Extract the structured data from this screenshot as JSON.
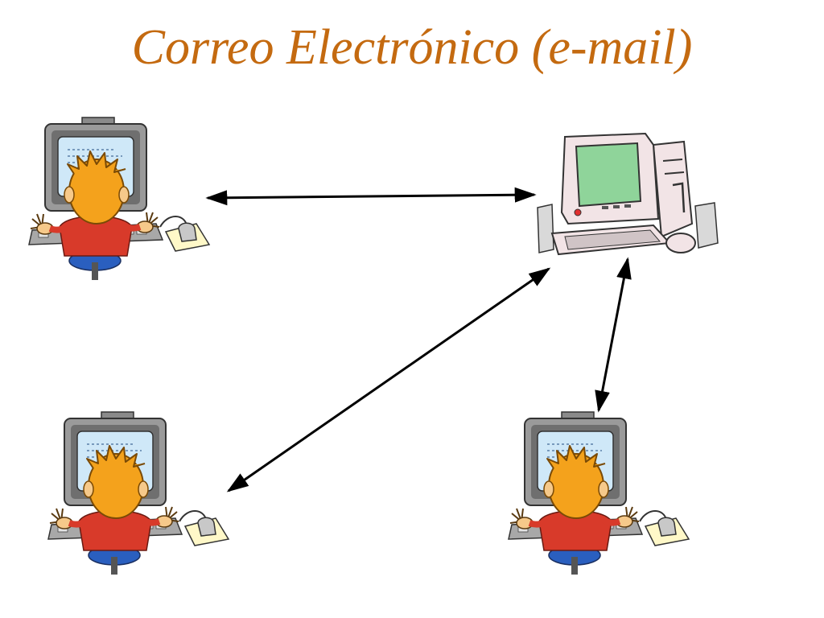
{
  "slide": {
    "title": "Correo Electrónico (e-mail)",
    "title_color": "#c46a10"
  },
  "diagram": {
    "type": "network",
    "nodes": [
      {
        "id": "user-top-left",
        "icon": "user-at-computer-icon"
      },
      {
        "id": "server",
        "icon": "desktop-computer-icon"
      },
      {
        "id": "user-bottom-left",
        "icon": "user-at-computer-icon"
      },
      {
        "id": "user-bottom-right",
        "icon": "user-at-computer-icon"
      }
    ],
    "edges": [
      {
        "from": "user-top-left",
        "to": "server",
        "direction": "both"
      },
      {
        "from": "user-bottom-left",
        "to": "server",
        "direction": "both"
      },
      {
        "from": "user-bottom-right",
        "to": "server",
        "direction": "both"
      }
    ],
    "colors": {
      "monitor_case": "#9a9a9a",
      "screen": "#cfe8f8",
      "hair": "#f4a21c",
      "shirt": "#d83a2a",
      "chair": "#2a5fbf",
      "server_screen": "#8fd49a",
      "server_case": "#f2e4e6",
      "arrow": "#000000"
    }
  }
}
